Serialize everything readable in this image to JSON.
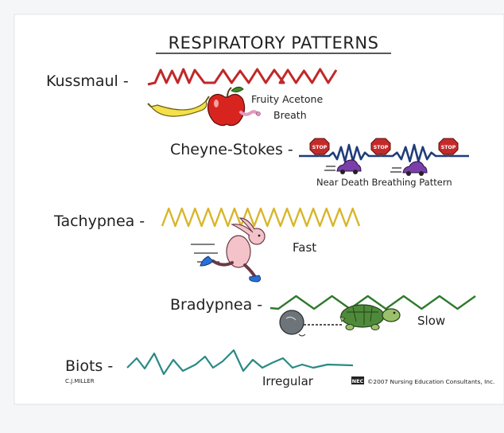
{
  "title": "RESPIRATORY PATTERNS",
  "patterns": [
    {
      "label": "Kussmaul -",
      "note": "Fruity Acetone",
      "note2": "Breath"
    },
    {
      "label": "Cheyne-Stokes -",
      "note": "Near Death Breathing Pattern",
      "sign_text": "STOP"
    },
    {
      "label": "Tachypnea -",
      "note": "Fast"
    },
    {
      "label": "Bradypnea -",
      "note": "Slow"
    },
    {
      "label": "Biots -",
      "note": "Irregular"
    }
  ],
  "signature": "C.J.MILLER",
  "copyright": "©2007 Nursing Education Consultants, Inc.",
  "logo_text": "NEC",
  "colors": {
    "kussmaul": "#c0282a",
    "cheyne": "#1f3d7a",
    "tachypnea": "#d8b52a",
    "bradypnea": "#2e7a2c",
    "biots": "#2a8a86",
    "stop": "#c52a2a",
    "car": "#7a3fa8",
    "turtle": "#4f8a3a",
    "runner": "#f3c3c9"
  }
}
